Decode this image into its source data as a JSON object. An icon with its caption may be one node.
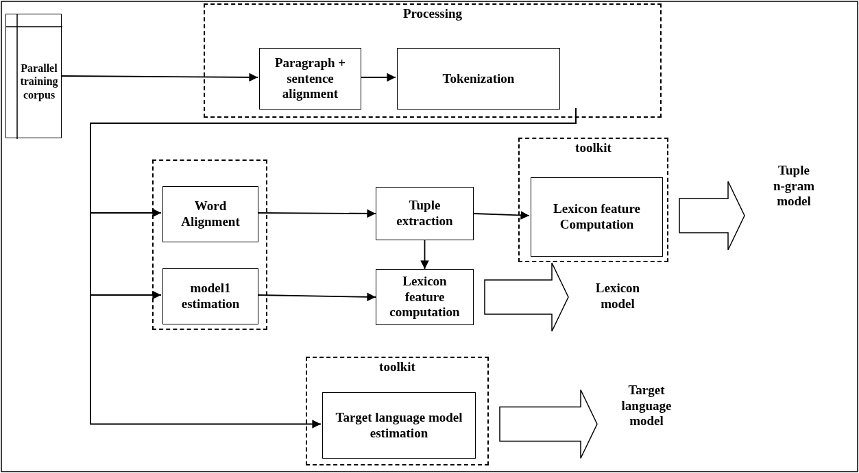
{
  "diagram": {
    "nodes": [
      {
        "text": [
          "Parallel training corpus"
        ]
      },
      {
        "text": [
          "Processing"
        ]
      },
      {
        "text": [
          "Paragraph + sentence alignment"
        ],
        "in": 1
      },
      {
        "text": [
          "Tokenization"
        ],
        "in": 1
      },
      {
        "text": [],
        "shape": "box"
      },
      {
        "text": [
          "Word Alignment"
        ],
        "in": 4
      },
      {
        "text": [
          "model1 estimation"
        ],
        "in": 4
      },
      {
        "text": [
          "Tuple extraction"
        ]
      },
      {
        "text": [
          "Lexicon feature computation"
        ]
      },
      {
        "text": [
          "toolkit"
        ]
      },
      {
        "text": [
          "Lexicon feature Computation"
        ],
        "in": 9
      },
      {
        "text": [
          "Tuple n-gram model"
        ]
      },
      {
        "text": [
          "Lexicon model"
        ]
      },
      {
        "text": [
          "toolkit"
        ]
      },
      {
        "text": [
          "Target language model estimation"
        ],
        "in": 13
      },
      {
        "text": [
          "Target language model"
        ]
      }
    ],
    "edges": [
      {
        "from": 0,
        "to": 2,
        "arrow": "to"
      },
      {
        "from": 2,
        "to": 3,
        "arrow": "to"
      },
      {
        "from": 3,
        "to": 5,
        "arrow": "to"
      },
      {
        "from": 3,
        "to": 6,
        "arrow": "to"
      },
      {
        "from": 3,
        "to": 14,
        "arrow": "to"
      },
      {
        "from": 5,
        "to": 7,
        "arrow": "to"
      },
      {
        "from": 7,
        "to": 10,
        "arrow": "to"
      },
      {
        "from": 7,
        "to": 8,
        "arrow": "to"
      },
      {
        "from": 6,
        "to": 8,
        "arrow": "to"
      },
      {
        "from": 10,
        "to": 11,
        "arrow": "to",
        "style": "thick"
      },
      {
        "from": 8,
        "to": 12,
        "arrow": "to",
        "style": "thick"
      },
      {
        "from": 14,
        "to": 15,
        "arrow": "to",
        "style": "thick"
      }
    ]
  }
}
